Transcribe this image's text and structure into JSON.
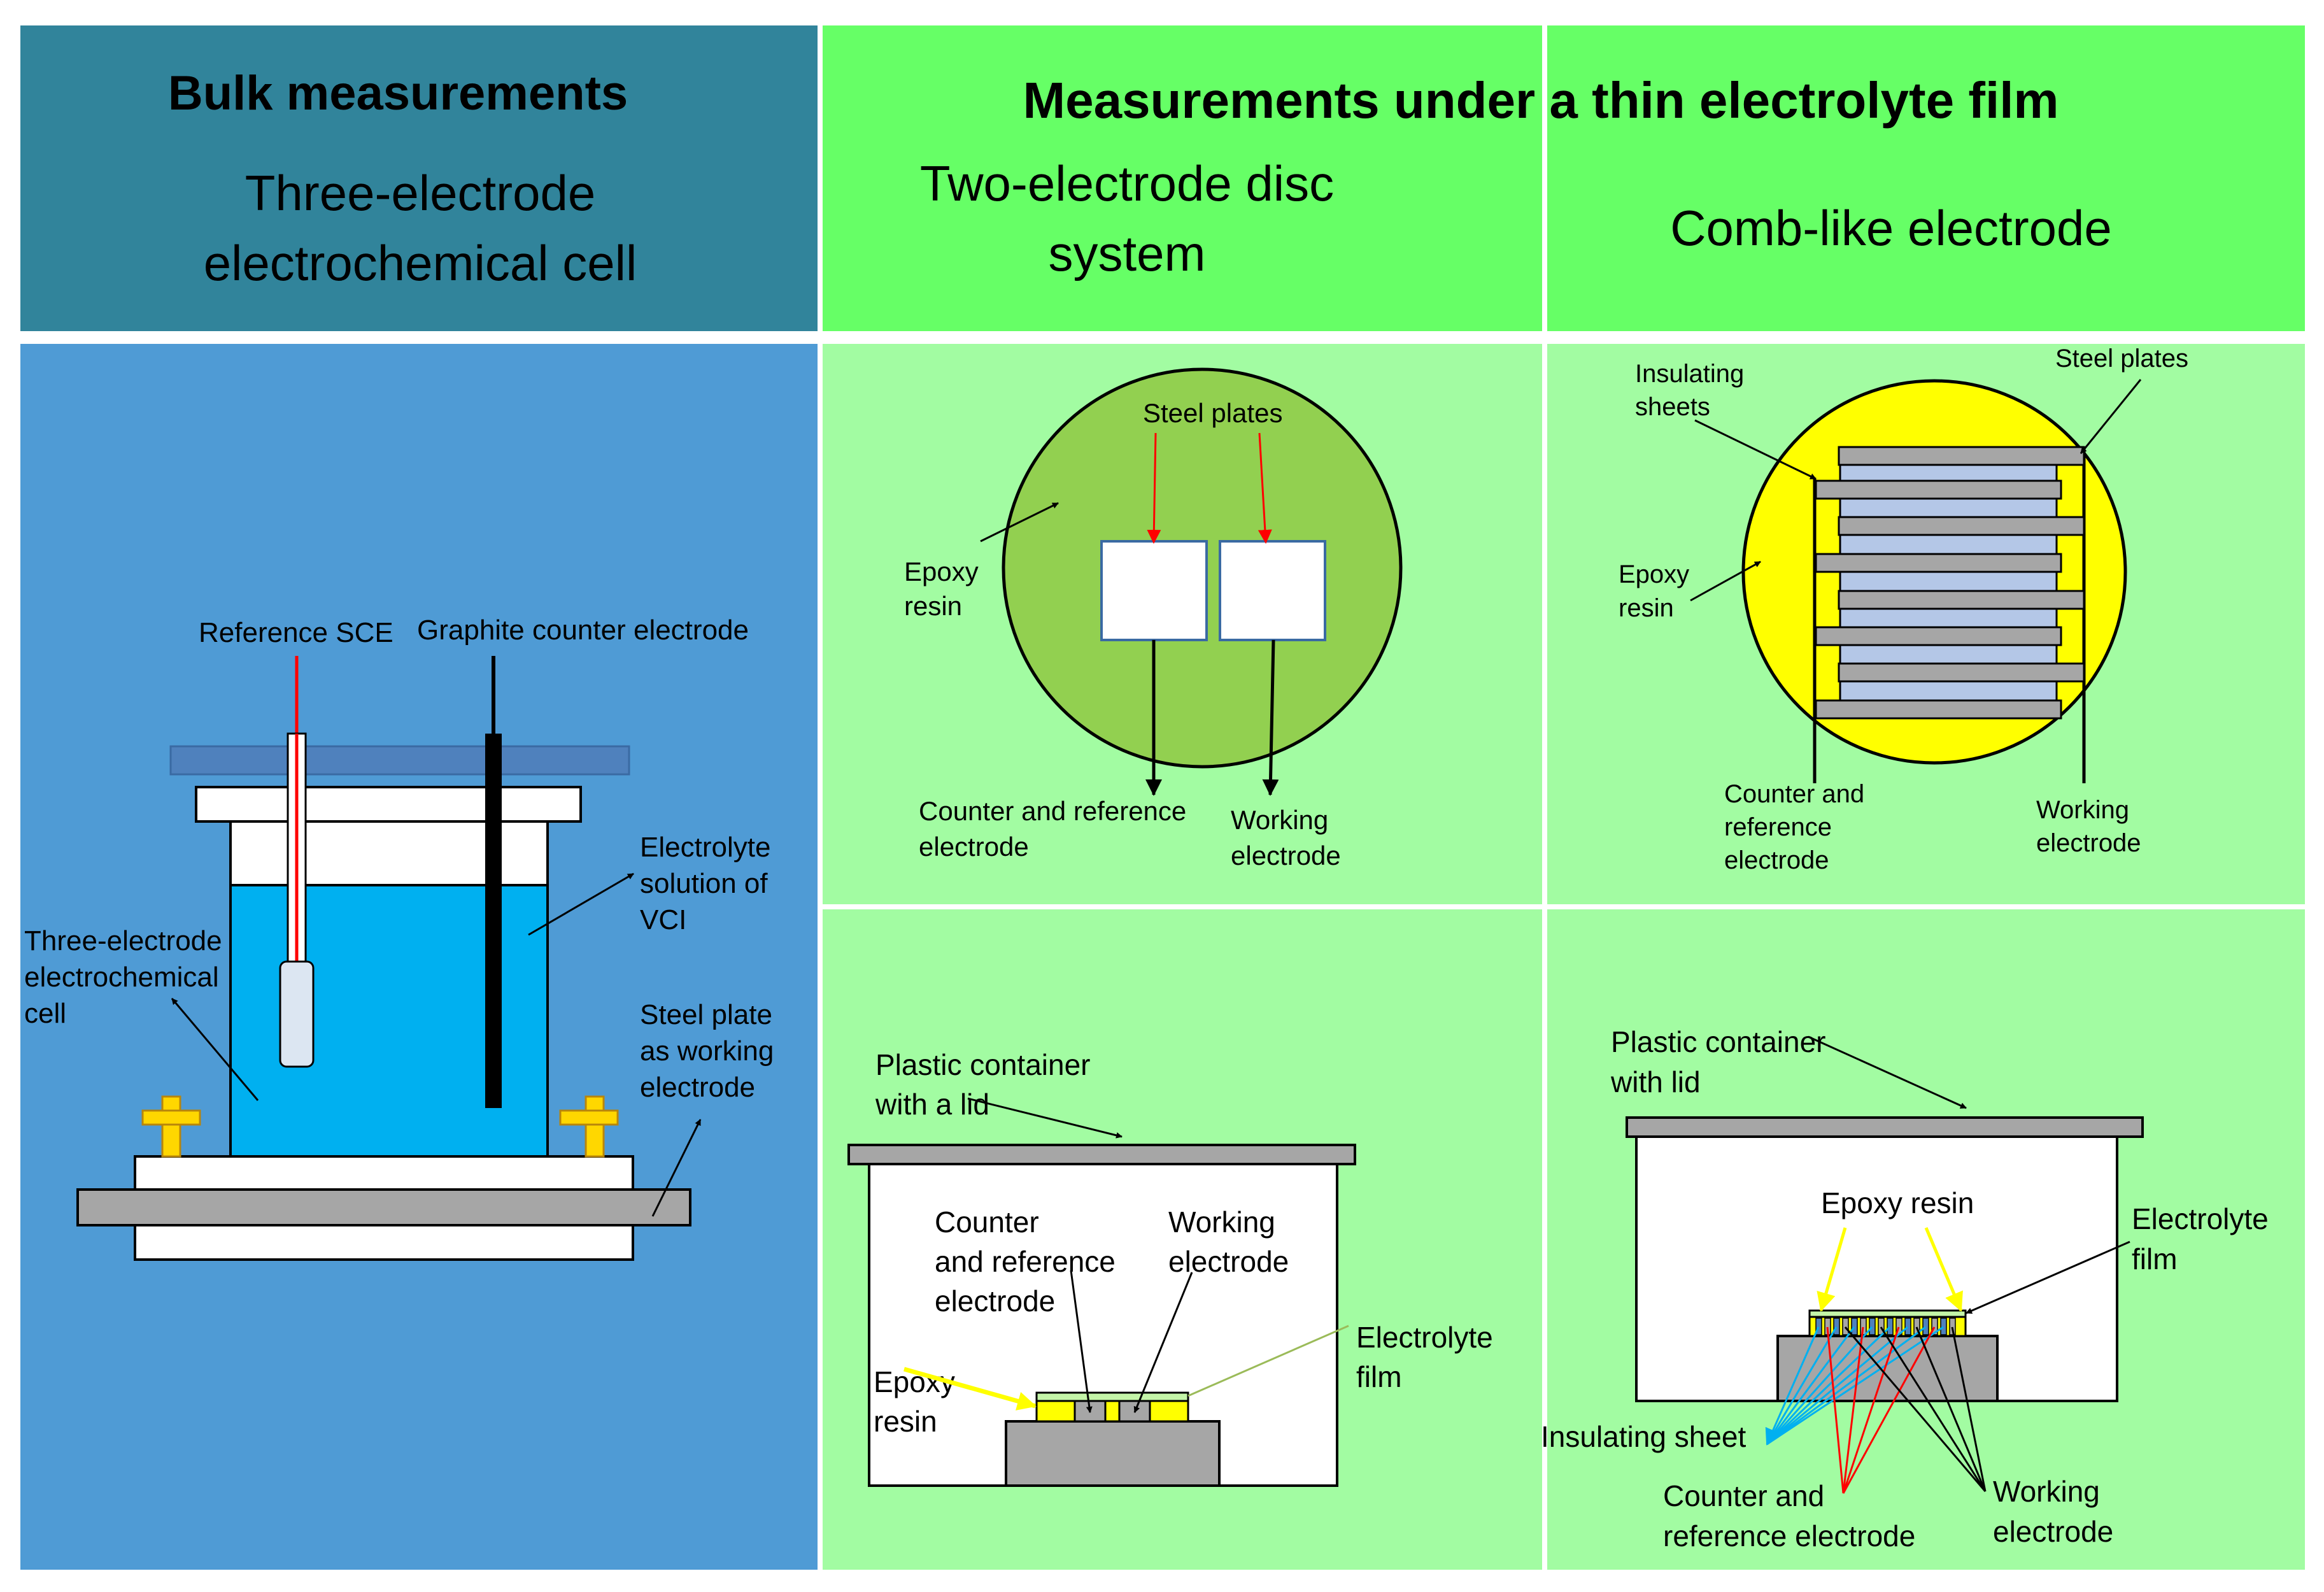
{
  "colors": {
    "bulk_header": "#31849b",
    "bulk_panel": "#4f9bd5",
    "thin_header": "#66ff66",
    "thin_panel": "#a2fca2",
    "epoxy_green": "#92d050",
    "epoxy_yellow": "#ffff00",
    "electrolyte": "#00b0f0",
    "steel_gray": "#a6a6a6",
    "insulating_blue": "#b4c7e7",
    "glass_blue": "#4f81bd",
    "arrow_red": "#ff0000",
    "arrow_blue": "#00b0f0"
  },
  "header": {
    "bulk_title": "Bulk measurements",
    "bulk_subtitle_line1": "Three-electrode",
    "bulk_subtitle_line2": "electrochemical cell",
    "thin_title": "Measurements under a thin electrolyte film",
    "disc_subtitle_line1": "Two-electrode disc",
    "disc_subtitle_line2": "system",
    "comb_subtitle": "Comb-like electrode"
  },
  "bulk": {
    "reference": "Reference SCE",
    "counter": "Graphite counter electrode",
    "electrolyte_line1": "Electrolyte",
    "electrolyte_line2": "solution of",
    "electrolyte_line3": "VCI",
    "cell_line1": "Three-electrode",
    "cell_line2": "electrochemical",
    "cell_line3": "cell",
    "steel_line1": "Steel plate",
    "steel_line2": "as working",
    "steel_line3": "electrode"
  },
  "disc_top": {
    "steel_plates": "Steel plates",
    "epoxy_line1": "Epoxy",
    "epoxy_line2": "resin",
    "counter_line1": "Counter and reference",
    "counter_line2": "electrode",
    "working_line1": "Working",
    "working_line2": "electrode"
  },
  "comb_top": {
    "insulating_line1": "Insulating",
    "insulating_line2": "sheets",
    "steel_plates": "Steel plates",
    "epoxy_line1": "Epoxy",
    "epoxy_line2": "resin",
    "counter_line1": "Counter and",
    "counter_line2": "reference",
    "counter_line3": "electrode",
    "working_line1": "Working",
    "working_line2": "electrode"
  },
  "disc_bottom": {
    "container_line1": "Plastic container",
    "container_line2": "with a lid",
    "counter_line1": "Counter",
    "counter_line2": "and reference",
    "counter_line3": "electrode",
    "working_line1": "Working",
    "working_line2": "electrode",
    "film_line1": "Electrolyte",
    "film_line2": "film",
    "epoxy_line1": "Epoxy",
    "epoxy_line2": "resin"
  },
  "comb_bottom": {
    "container_line1": "Plastic container",
    "container_line2": "with lid",
    "epoxy": "Epoxy resin",
    "film_line1": "Electrolyte",
    "film_line2": "film",
    "insulating": "Insulating sheet",
    "counter_line1": "Counter and",
    "counter_line2": "reference electrode",
    "working_line1": "Working",
    "working_line2": "electrode"
  }
}
